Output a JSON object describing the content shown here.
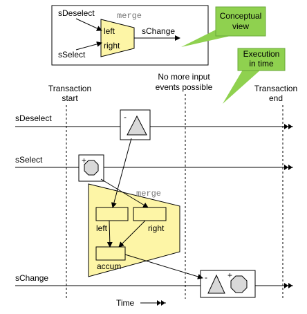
{
  "concept": {
    "inputs": [
      "sDeselect",
      "sSelect"
    ],
    "op": "merge",
    "ports": [
      "left",
      "right"
    ],
    "output": "sChange",
    "callout_lines": [
      "Conceptual",
      "view"
    ]
  },
  "timeline": {
    "callout_lines": [
      "Execution",
      "in time"
    ],
    "markers": {
      "start": [
        "Transaction",
        "start"
      ],
      "no_more": [
        "No more input",
        "events possible"
      ],
      "end": [
        "Transaction",
        "end"
      ]
    },
    "streams": [
      "sDeselect",
      "sSelect",
      "sChange"
    ],
    "event_signs": {
      "deselect": "-",
      "select": "+",
      "out_minus": "-",
      "out_plus": "+"
    },
    "op": "merge",
    "ports": {
      "left": "left",
      "right": "right",
      "accum": "accum"
    },
    "time_label": "Time"
  },
  "colors": {
    "callout": "#8fd14f",
    "merge_fill": "#fdf5a6",
    "shape_fill": "#d9d9d9"
  }
}
